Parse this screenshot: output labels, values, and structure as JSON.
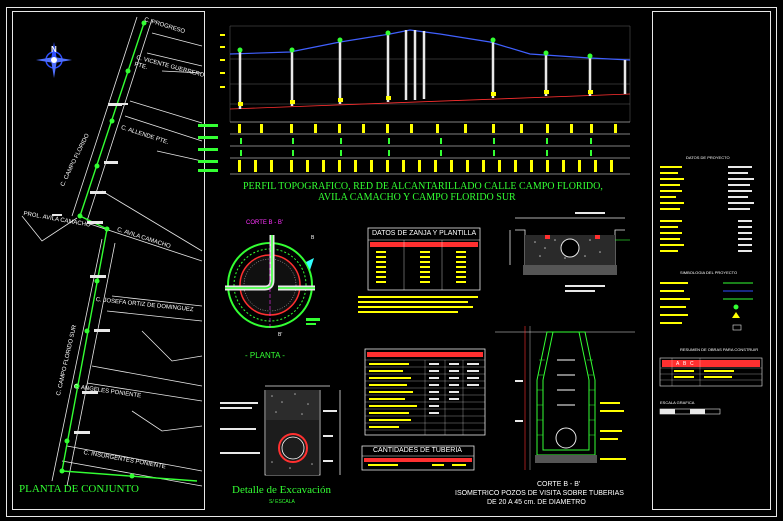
{
  "panels": {
    "plan_title": "PLANTA DE CONJUNTO",
    "profile_title_line1": "PERFIL TOPOGRAFICO, RED DE ALCANTARILLADO CALLE CAMPO FLORIDO,",
    "profile_title_line2": "AVILA CAMACHO Y CAMPO FLORIDO SUR",
    "section_label": "CORTE B - B'",
    "section_top_marker": "B",
    "section_bottom_marker": "B'",
    "planta_label": "- PLANTA -",
    "excavation_title": "Detalle de Excavación",
    "excavation_scale": "S/ ESCALA",
    "trench_table_title": "DATOS DE ZANJA Y PLANTILLA",
    "pipe_table_title": "CANTIDADES DE TUBERIA",
    "isometric_line1": "CORTE B - B'",
    "isometric_line2": "ISOMETRICO POZOS DE VISITA SOBRE TUBERIAS",
    "isometric_line3": "DE 20 A 45 cm. DE DIAMETRO",
    "north_label": "N"
  },
  "streets": [
    {
      "name": "C. PROGRESO"
    },
    {
      "name": "C. VICENTE GUERRERO PTE."
    },
    {
      "name": "C. ALLENDE PTE."
    },
    {
      "name": "C. CAMPO FLORIDO"
    },
    {
      "name": "PROL. AVILA CAMACHO"
    },
    {
      "name": "C. AVILA CAMACHO"
    },
    {
      "name": "C. JOSEFA ORTIZ DE DOMINGUEZ"
    },
    {
      "name": "C. CAMPO FLORIDO SUR"
    },
    {
      "name": "C. ANGELES PONIENTE"
    },
    {
      "name": "C. INSURGENTES PONIENTE"
    }
  ],
  "right_panel": {
    "data_header": "DATOS DE PROYECTO",
    "symbols_header": "SIMBOLOGIA DEL PROYECTO",
    "cost_header": "RESUMEN DE OBRAS PARA CONSTRUIR",
    "scale_header": "ESCALA GRAFICA",
    "abc_labels": [
      "A",
      "B",
      "C"
    ]
  },
  "colors": {
    "background": "#000000",
    "frame": "#e8e8e8",
    "green": "#33ff33",
    "yellow": "#ffff00",
    "red": "#ff3030",
    "blue": "#3050ff",
    "cyan": "#33ffff"
  }
}
